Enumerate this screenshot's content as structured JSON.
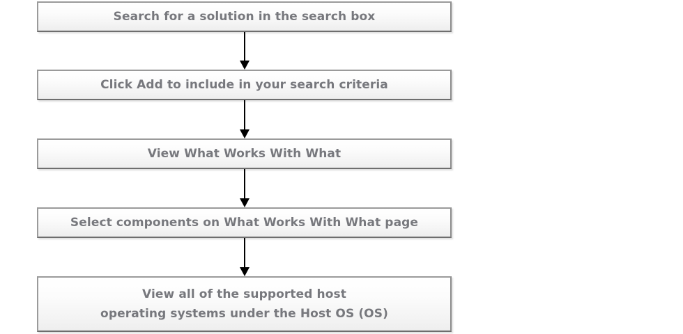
{
  "diagram": {
    "type": "flowchart",
    "orientation": "vertical",
    "background_color": "#ffffff",
    "node_border_color": "#919191",
    "node_text_color": "#77787d",
    "arrow_color": "#000000",
    "nodes": [
      {
        "id": "node-1",
        "label": "Search for a solution in the search box"
      },
      {
        "id": "node-2",
        "label": "Click Add to include in your search criteria"
      },
      {
        "id": "node-3",
        "label": "View What Works With What"
      },
      {
        "id": "node-4",
        "label": "Select components on What Works With What page"
      },
      {
        "id": "node-5",
        "label": "View all of the supported host\noperating systems under the Host OS (OS)"
      }
    ],
    "connectors": [
      {
        "id": "conn-1",
        "from": "node-1",
        "to": "node-2",
        "icon": "arrow-down-icon"
      },
      {
        "id": "conn-2",
        "from": "node-2",
        "to": "node-3",
        "icon": "arrow-down-icon"
      },
      {
        "id": "conn-3",
        "from": "node-3",
        "to": "node-4",
        "icon": "arrow-down-icon"
      },
      {
        "id": "conn-4",
        "from": "node-4",
        "to": "node-5",
        "icon": "arrow-down-icon"
      }
    ]
  }
}
